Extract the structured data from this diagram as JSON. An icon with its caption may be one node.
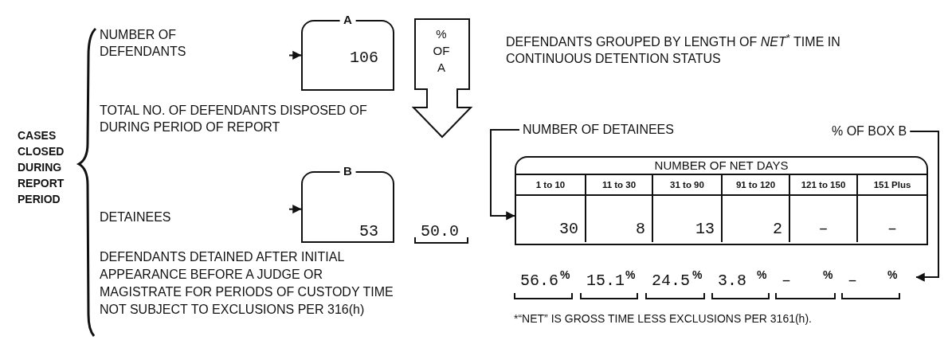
{
  "diagram": {
    "nodes": [
      {
        "text": [
          "A",
          "106"
        ]
      },
      {
        "text": [
          "% OF A"
        ]
      },
      {
        "text": [
          "B",
          "53"
        ]
      },
      {
        "text": [
          "NUMBER OF DETAINEES"
        ]
      },
      {
        "text": [
          "% OF BOX B"
        ]
      },
      {
        "text": [
          "NUMBER OF NET DAYS"
        ]
      }
    ],
    "edges": [
      {
        "from": null,
        "to": 0,
        "arrow": "to"
      },
      {
        "from": null,
        "to": 2,
        "arrow": "to"
      },
      {
        "from": 3,
        "to": 5,
        "arrow": "to"
      },
      {
        "from": 4,
        "to": null,
        "arrow": "to"
      }
    ],
    "labels": [
      "CASES CLOSED DURING REPORT PERIOD",
      "NUMBER OF DEFENDANTS",
      "TOTAL NO. OF DEFENDANTS DISPOSED OF DURING PERIOD OF REPORT",
      "DETAINEES",
      "50.0",
      "DEFENDANTS DETAINED AFTER INITIAL APPEARANCE BEFORE A JUDGE OR MAGISTRATE FOR PERIODS OF CUSTODY TIME NOT SUBJECT TO EXCLUSIONS PER 316(h)",
      "DEFENDANTS GROUPED BY LENGTH OF *NET*$^{*}$ TIME IN CONTINUOUS DETENTION STATUS",
      "1 to 10",
      "11 to 30",
      "31 to 90",
      "91 to 120",
      "121 to 150",
      "151 Plus",
      "30",
      "8",
      "13",
      "2",
      "–",
      "–",
      "56.6",
      "%",
      "15.1",
      "%",
      "24.5",
      "%",
      "3.8",
      "%",
      "–",
      "%",
      "–",
      "%",
      "*“NET” IS GROSS TIME LESS EXCLUSIONS PER 3161(h)."
    ]
  }
}
